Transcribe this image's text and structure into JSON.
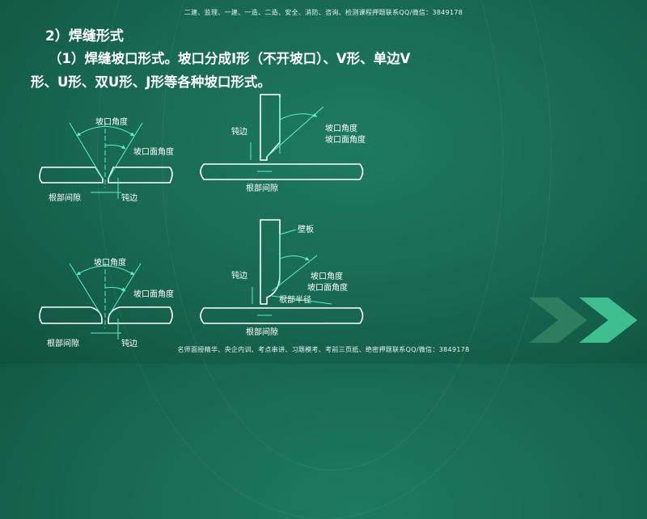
{
  "header": {
    "watermark": "二建、监理、一建、一造、二造、安全、消防、咨询、检测课程押题联系QQ/微信：3849178"
  },
  "content": {
    "section_title": "2）焊缝形式",
    "paragraph_line1": "（1）焊缝坡口形式。坡口分成I形（不开坡口）、V形、单边V",
    "paragraph_line2": "形、U形、双U形、J形等各种坡口形式。"
  },
  "diagrams": {
    "v_groove": {
      "bevel_angle": "坡口角度",
      "face_angle": "坡口面角度",
      "root_gap": "根部间隙",
      "blunt_edge": "钝边"
    },
    "single_v": {
      "blunt_edge": "钝边",
      "bevel_angle": "坡口角度",
      "face_angle": "坡口面角度",
      "root_gap": "根部间隙"
    },
    "u_groove": {
      "bevel_angle": "坡口角度",
      "face_angle": "坡口面角度",
      "root_gap": "根部间隙",
      "blunt_edge": "钝边"
    },
    "j_groove": {
      "wall_plate": "壁板",
      "blunt_edge": "钝边",
      "bevel_angle": "坡口角度",
      "face_angle": "坡口面角度",
      "root_radius": "根部半径",
      "root_gap": "根部间隙"
    }
  },
  "footer": {
    "watermark": "名师面授精华、央企内训、考点串讲、习题模考、考前三页纸、绝密押题联系QQ/微信：3849178"
  },
  "colors": {
    "line": "#ffffff",
    "dim": "#5cf0c8",
    "label": "#ffffff"
  }
}
